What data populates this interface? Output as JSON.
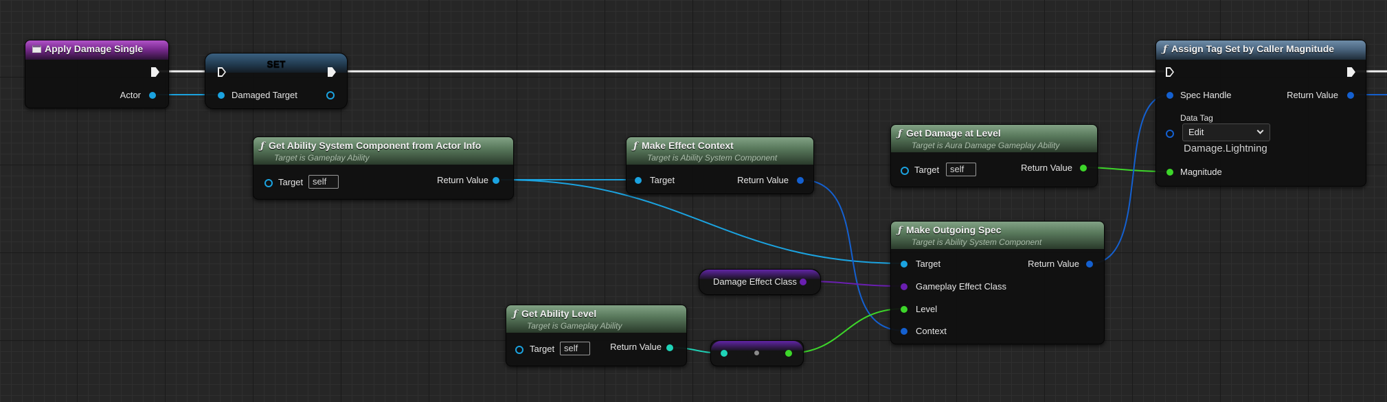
{
  "nodes": {
    "apply_damage": {
      "title": "Apply Damage Single",
      "actor_label": "Actor"
    },
    "set_node": {
      "title": "SET",
      "damaged_target_label": "Damaged Target"
    },
    "get_asc": {
      "title": "Get Ability System Component from Actor Info",
      "subtitle": "Target is Gameplay Ability",
      "target_label": "Target",
      "target_value": "self",
      "return_label": "Return Value"
    },
    "make_context": {
      "title": "Make Effect Context",
      "subtitle": "Target is Ability System Component",
      "target_label": "Target",
      "return_label": "Return Value"
    },
    "get_damage": {
      "title": "Get Damage at Level",
      "subtitle": "Target is Aura Damage Gameplay Ability",
      "target_label": "Target",
      "target_value": "self",
      "return_label": "Return Value"
    },
    "assign_tag": {
      "title": "Assign Tag Set by Caller Magnitude",
      "spec_handle_label": "Spec Handle",
      "return_label": "Return Value",
      "data_tag_label": "Data Tag",
      "edit_label": "Edit",
      "tag_value": "Damage.Lightning",
      "magnitude_label": "Magnitude"
    },
    "make_spec": {
      "title": "Make Outgoing Spec",
      "subtitle": "Target is Ability System Component",
      "target_label": "Target",
      "return_label": "Return Value",
      "effect_class_label": "Gameplay Effect Class",
      "level_label": "Level",
      "context_label": "Context"
    },
    "damage_effect_var": {
      "label": "Damage Effect Class"
    },
    "get_level": {
      "title": "Get Ability Level",
      "subtitle": "Target is Gameplay Ability",
      "target_label": "Target",
      "target_value": "self",
      "return_label": "Return Value"
    }
  },
  "icons": {
    "function": "ƒ",
    "event": "event-icon",
    "chevron": "⌄"
  },
  "colors": {
    "exec_wire": "#f0f0f0",
    "object_wire": "#1ba3e0",
    "struct_wire": "#1460d0",
    "class_wire": "#6a1fb0",
    "int_wire": "#1fd4b8",
    "float_wire": "#3dd62a"
  }
}
